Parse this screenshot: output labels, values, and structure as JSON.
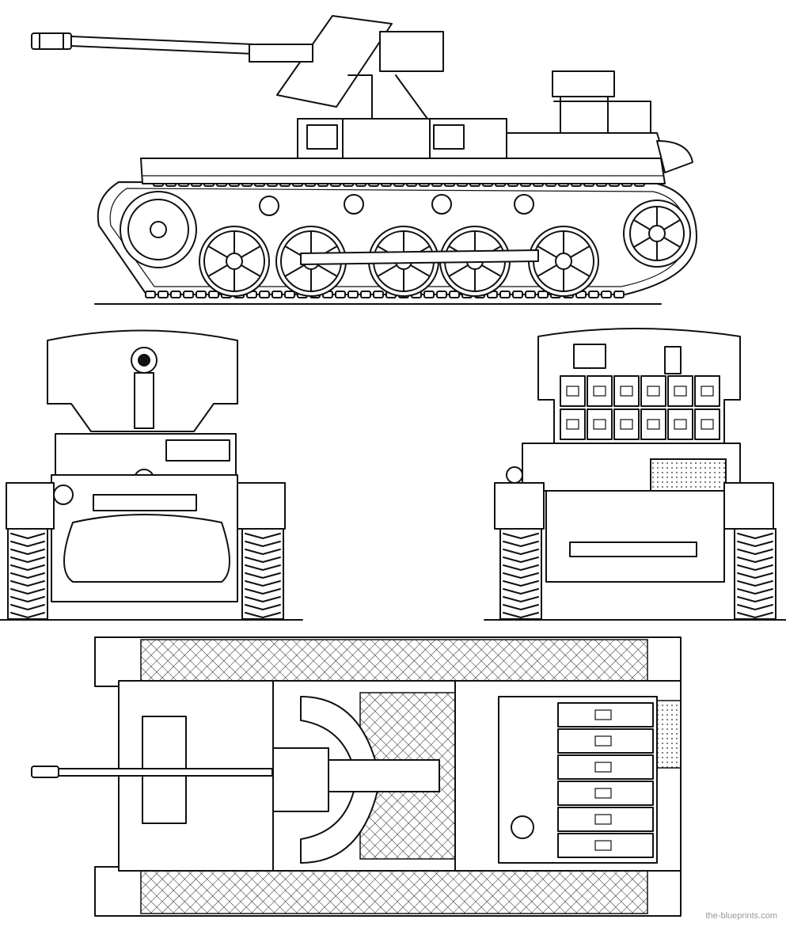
{
  "sheet": {
    "watermark": "the-blueprints.com"
  },
  "views": [
    {
      "id": "side-view"
    },
    {
      "id": "front-view"
    },
    {
      "id": "rear-view"
    },
    {
      "id": "top-view"
    }
  ],
  "ammo_rack": {
    "rear_rows": 2,
    "rear_cols": 6,
    "top_rows": 6
  }
}
